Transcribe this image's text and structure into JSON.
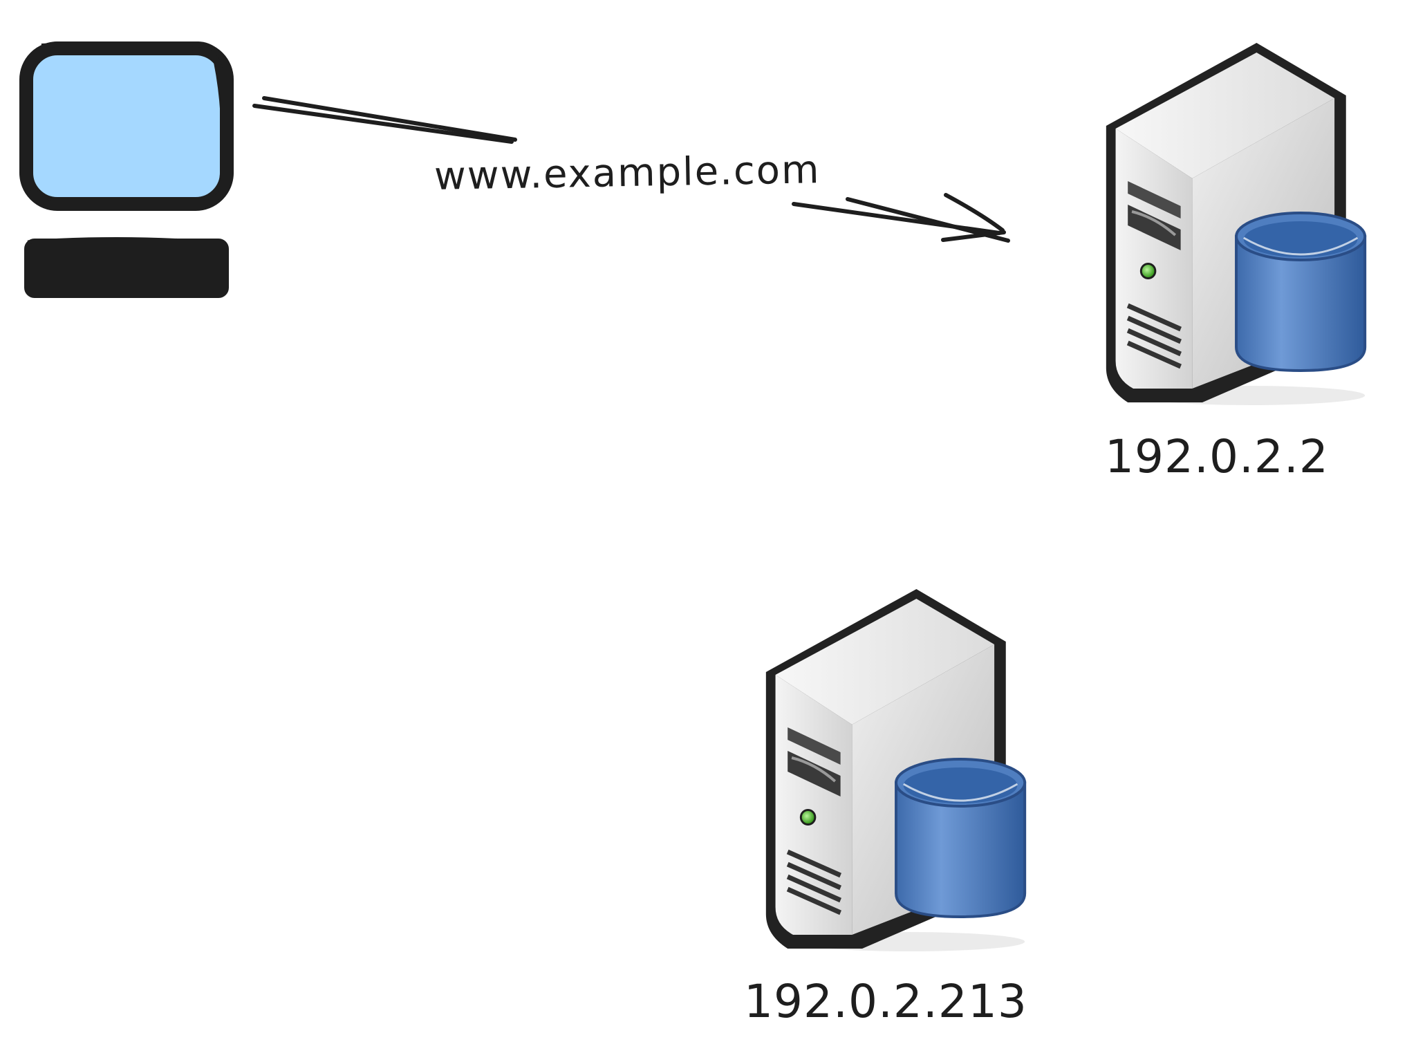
{
  "diagram": {
    "client": {
      "icon": "computer-icon",
      "screen_color": "#a5d8ff",
      "outline_color": "#1e1e1e"
    },
    "connection": {
      "label": "www.example.com",
      "icon": "arrow-icon"
    },
    "servers": [
      {
        "icon": "database-server-icon",
        "label": "192.0.2.2"
      },
      {
        "icon": "database-server-icon",
        "label": "192.0.2.213"
      }
    ],
    "colors": {
      "cylinder": "#4a78b6",
      "cylinder_top": "#3a67a8",
      "server_body": "#e6e6e6",
      "led": "#5cc43a"
    }
  }
}
